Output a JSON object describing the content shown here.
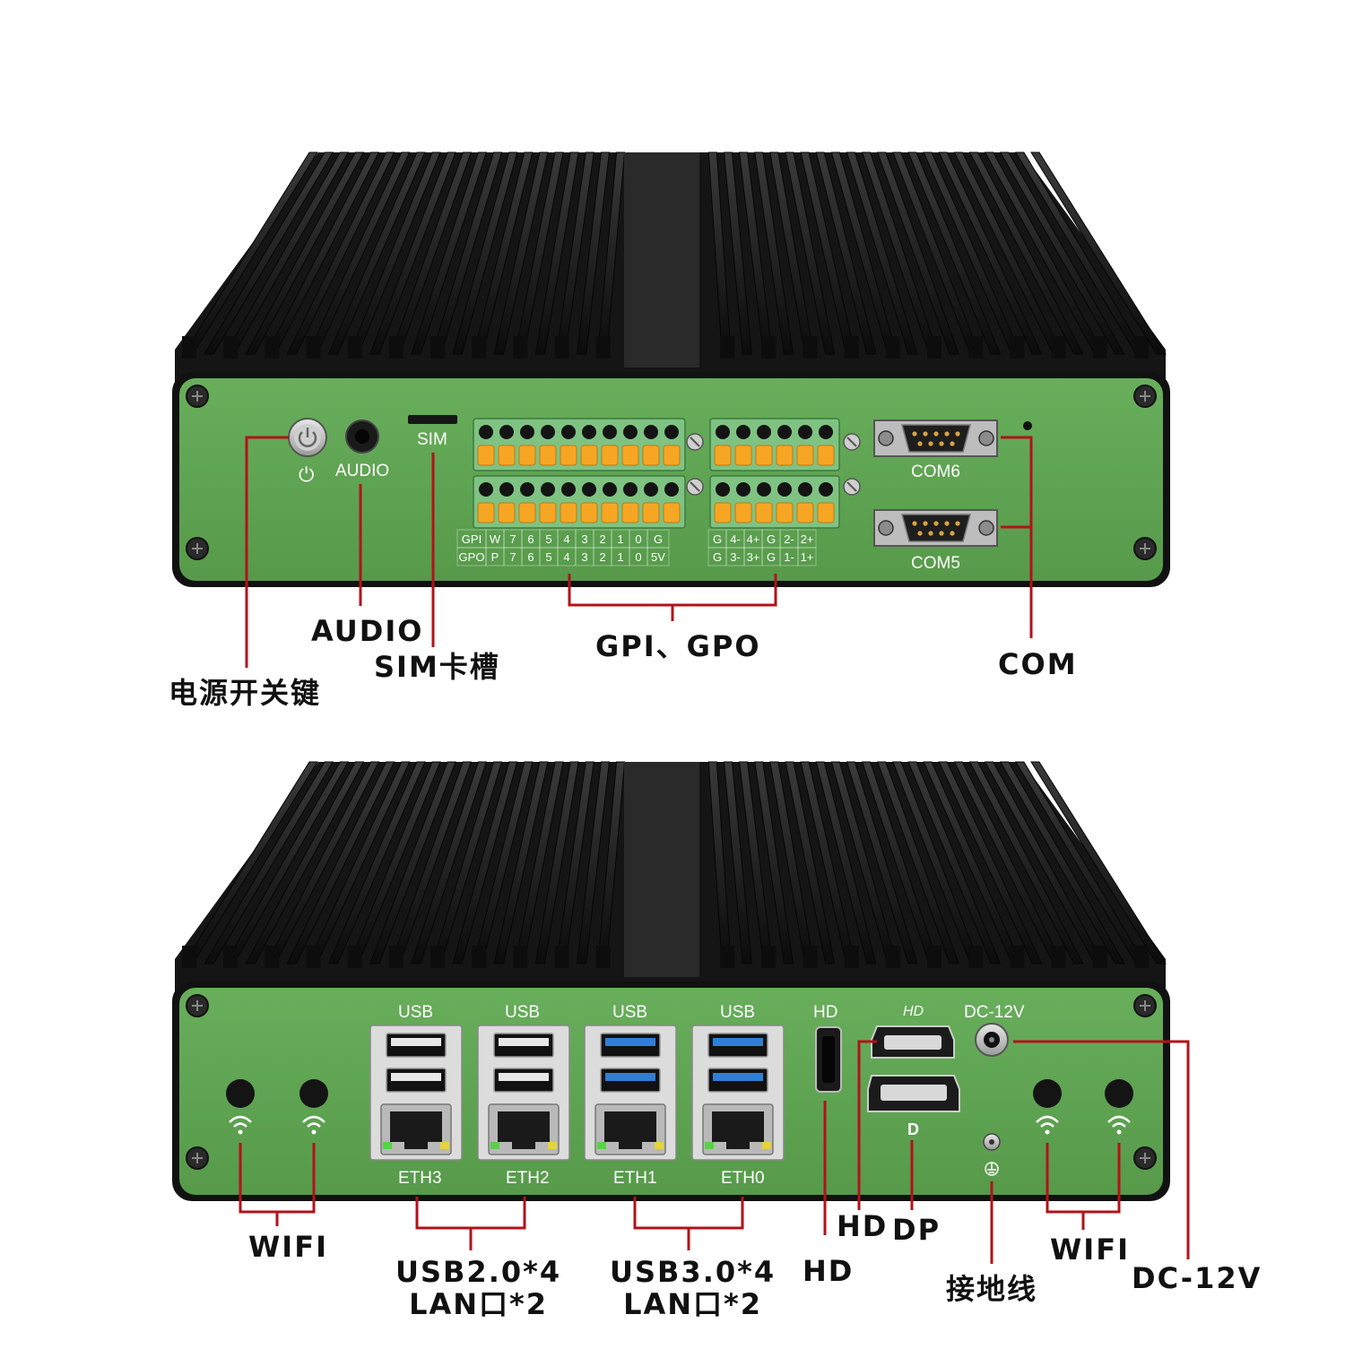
{
  "top_unit": {
    "panel_labels": {
      "audio": "AUDIO",
      "sim": "SIM",
      "com6": "COM6",
      "com5": "COM5",
      "power_symbol": "⏻"
    },
    "gpio_table": {
      "rows": [
        [
          "GPI",
          "W",
          "7",
          "6",
          "5",
          "4",
          "3",
          "2",
          "1",
          "0",
          "G",
          "",
          "G",
          "4-",
          "4+",
          "G",
          "2-",
          "2+"
        ],
        [
          "GPO",
          "P",
          "7",
          "6",
          "5",
          "4",
          "3",
          "2",
          "1",
          "0",
          "5V",
          "",
          "G",
          "3-",
          "3+",
          "G",
          "1-",
          "1+"
        ]
      ]
    },
    "callouts": {
      "power": "电源开关键",
      "audio": "AUDIO",
      "sim": "SIM卡槽",
      "gpio": "GPI、GPO",
      "com": "COM"
    }
  },
  "bottom_unit": {
    "panel_labels": {
      "usb": [
        "USB",
        "USB",
        "USB",
        "USB"
      ],
      "eth": [
        "ETH3",
        "ETH2",
        "ETH1",
        "ETH0"
      ],
      "hd": "HD",
      "dc": "DC-12V"
    },
    "callouts": {
      "wifi_left": "WIFI",
      "usb2_line1": "USB2.0*4",
      "usb2_line2": "LAN口*2",
      "usb3_line1": "USB3.0*4",
      "usb3_line2": "LAN口*2",
      "hd_lower": "HD",
      "hd_upper": "HD",
      "dp": "DP",
      "ground": "接地线",
      "wifi_right": "WIFI",
      "dc": "DC-12V"
    }
  },
  "colors": {
    "panel_green": "#5fa552",
    "heatsink_black": "#1c1c1c",
    "callout_line_red": "#b3121a",
    "terminal_green": "#79c27d",
    "terminal_orange": "#f6a623",
    "usb3_blue": "#2f7fd6"
  },
  "icon_names": [
    "power-button-icon",
    "audio-jack-icon",
    "sim-slot-icon",
    "screw-icon",
    "db9-connector-icon",
    "terminal-block-icon",
    "usb-port-icon",
    "rj45-port-icon",
    "hdmi-port-icon",
    "displayport-icon",
    "dc-jack-icon",
    "ground-icon",
    "wifi-icon",
    "antenna-hole-icon"
  ]
}
